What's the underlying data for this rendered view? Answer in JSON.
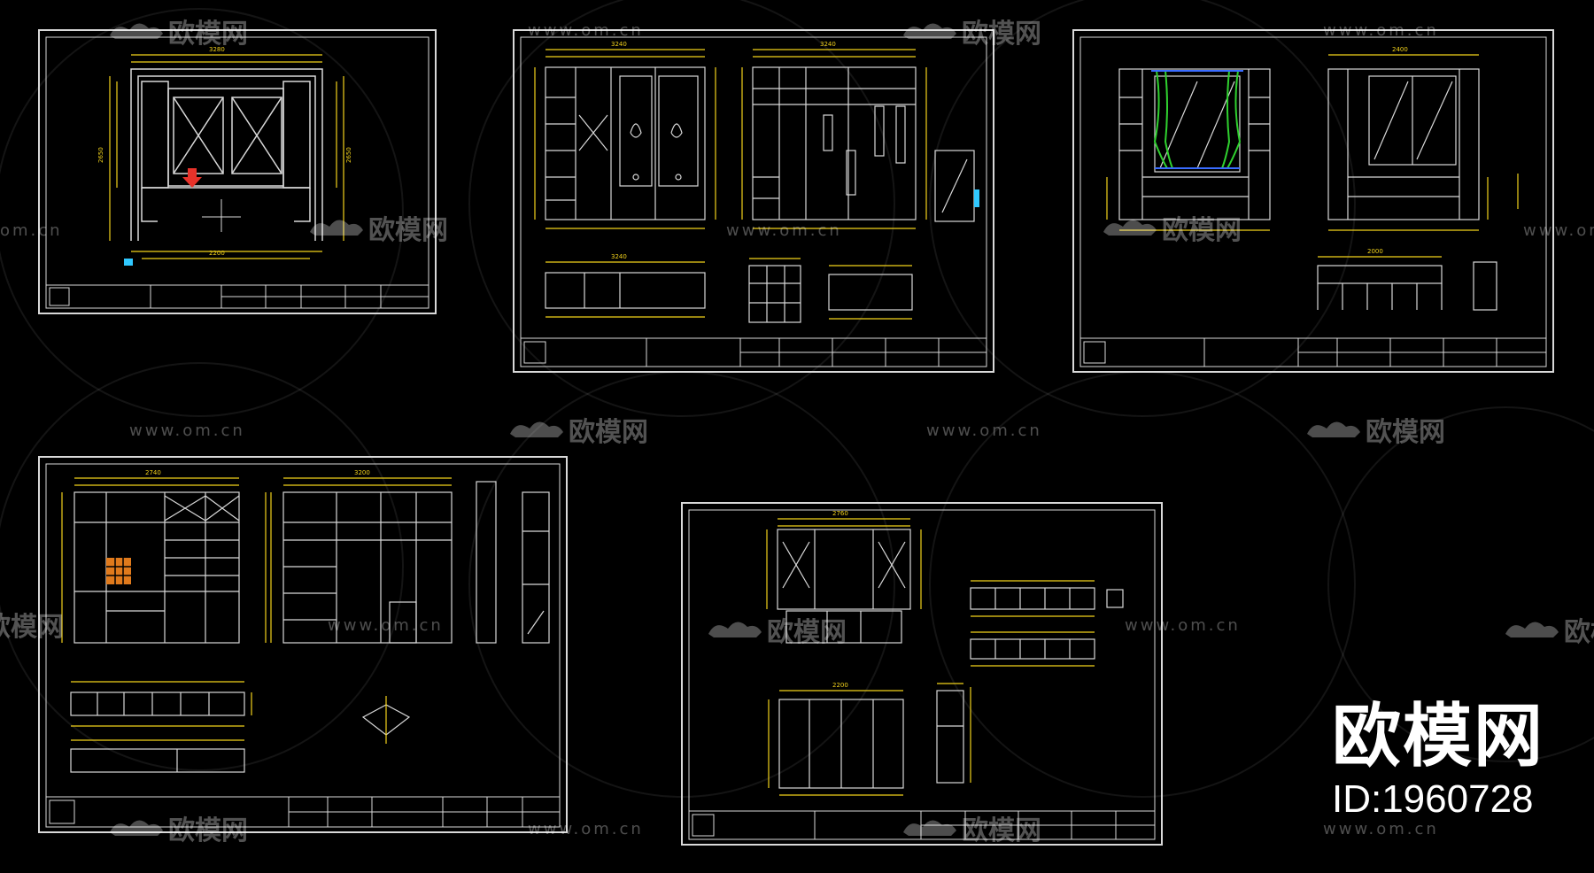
{
  "watermark": {
    "brand": "欧模网",
    "url": "www.om.cn",
    "url_partial": "om.cn"
  },
  "corner_brand": {
    "name": "欧模网",
    "id_text": "ID:1960728"
  },
  "colors": {
    "background": "#000000",
    "frame": "#d9d9d9",
    "dimension": "#f2d21b",
    "accent_red": "#e8322a",
    "accent_green": "#2fd12f",
    "accent_blue": "#3a6cff",
    "accent_orange": "#e07a1c",
    "accent_cyan": "#30c8ff"
  }
}
